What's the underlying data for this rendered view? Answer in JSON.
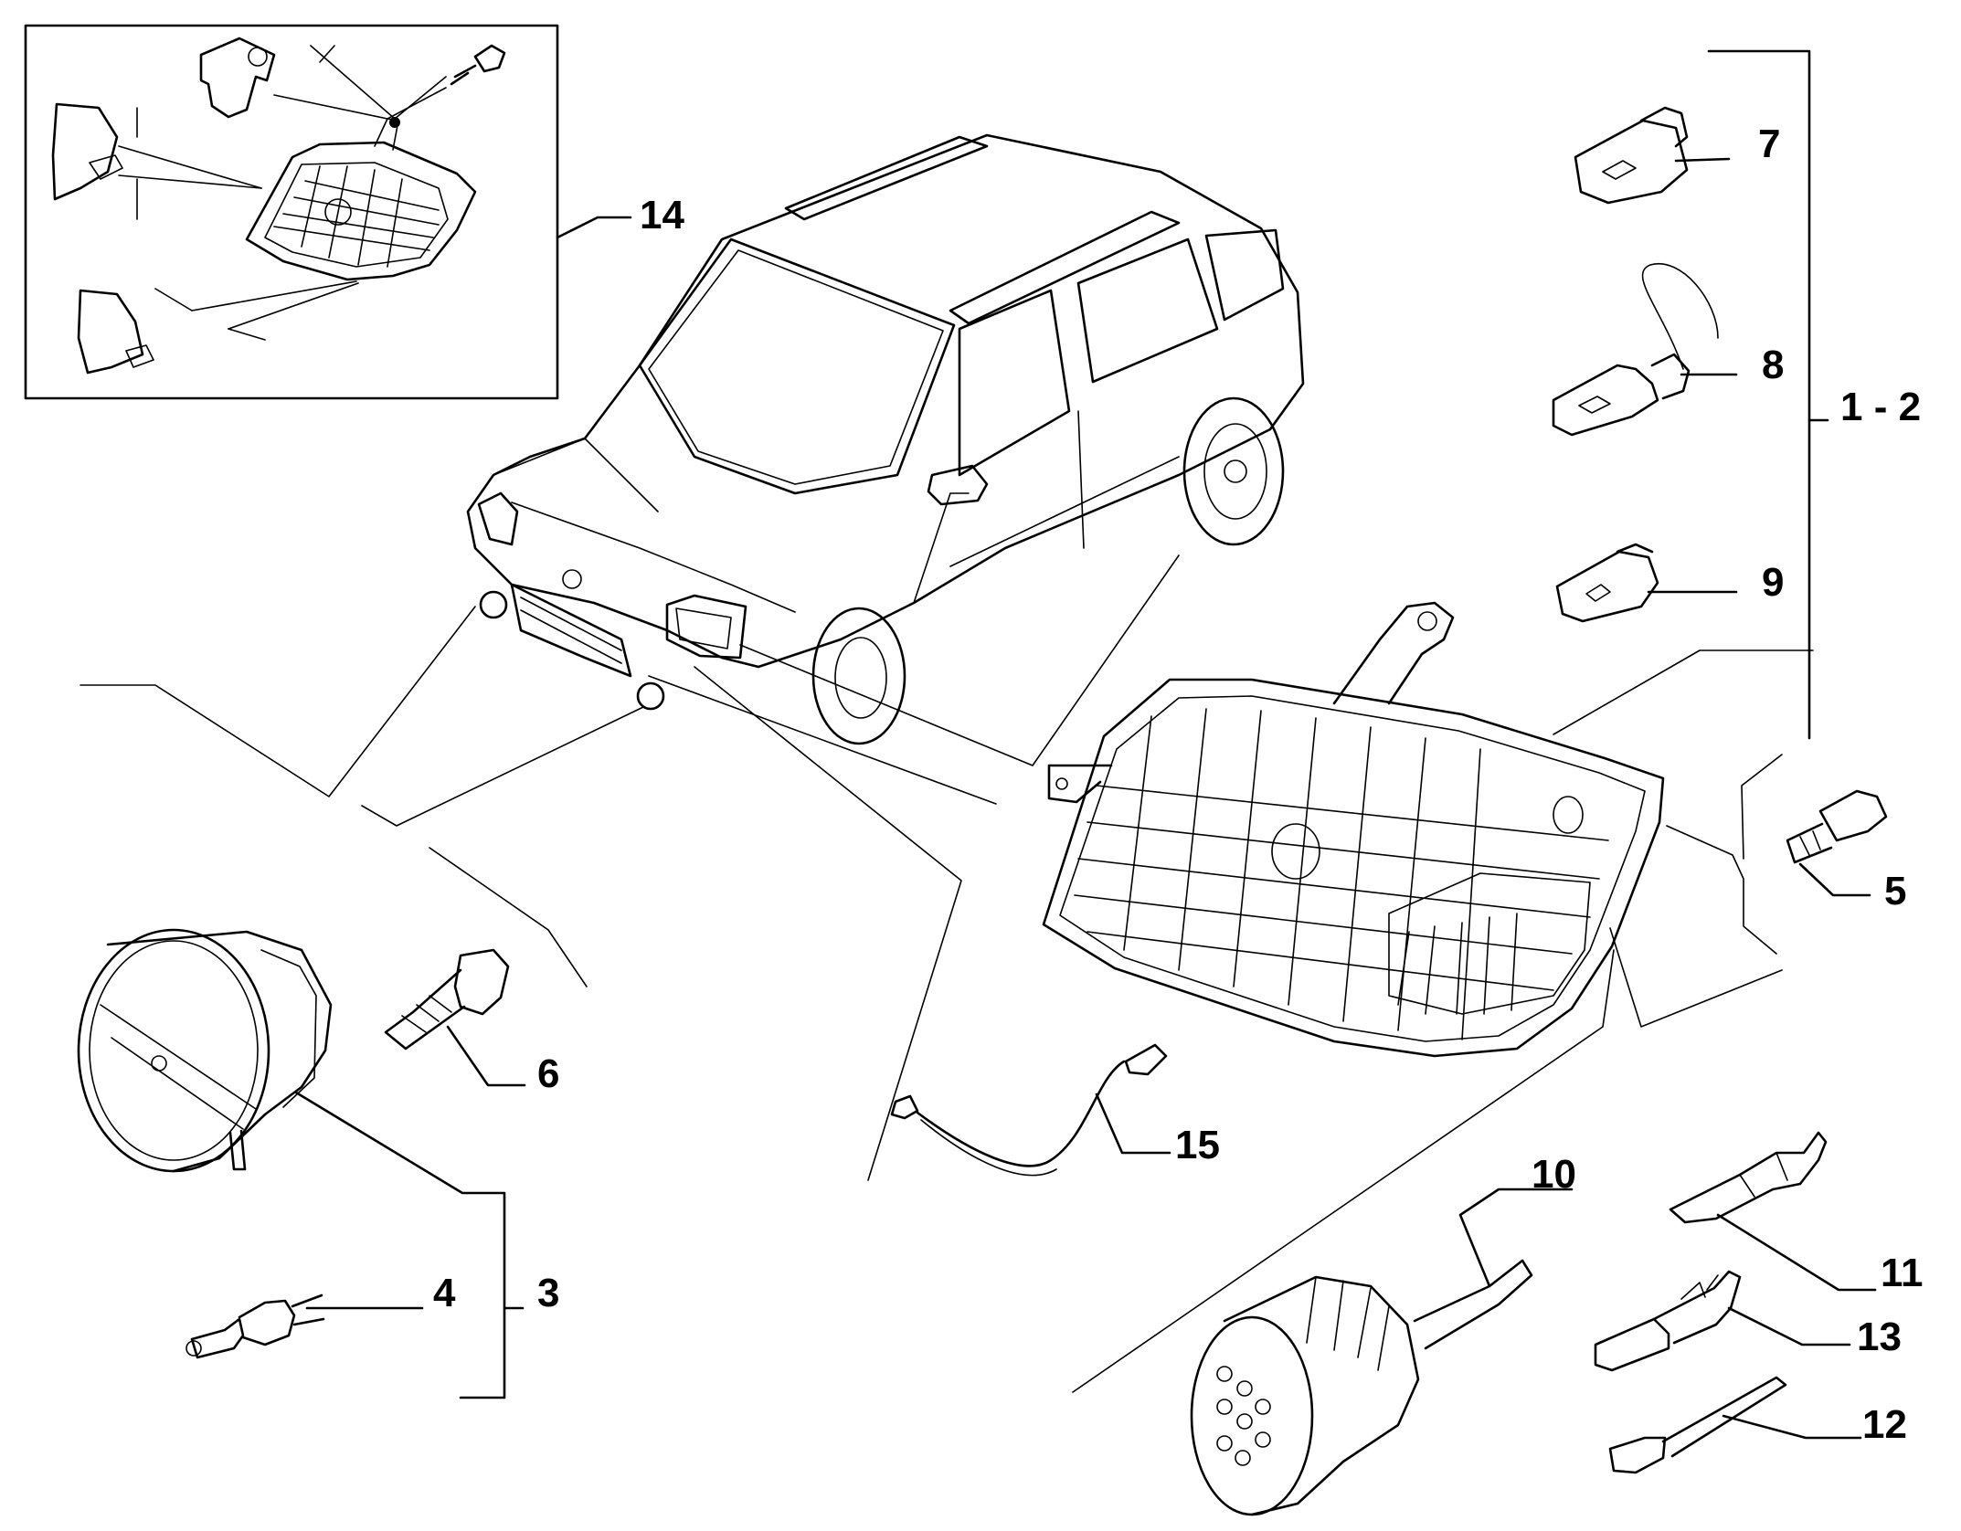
{
  "callouts": {
    "c1_2": "1 - 2",
    "c3": "3",
    "c4": "4",
    "c5": "5",
    "c6": "6",
    "c7": "7",
    "c8": "8",
    "c9": "9",
    "c10": "10",
    "c11": "11",
    "c12": "12",
    "c13": "13",
    "c14": "14",
    "c15": "15"
  }
}
